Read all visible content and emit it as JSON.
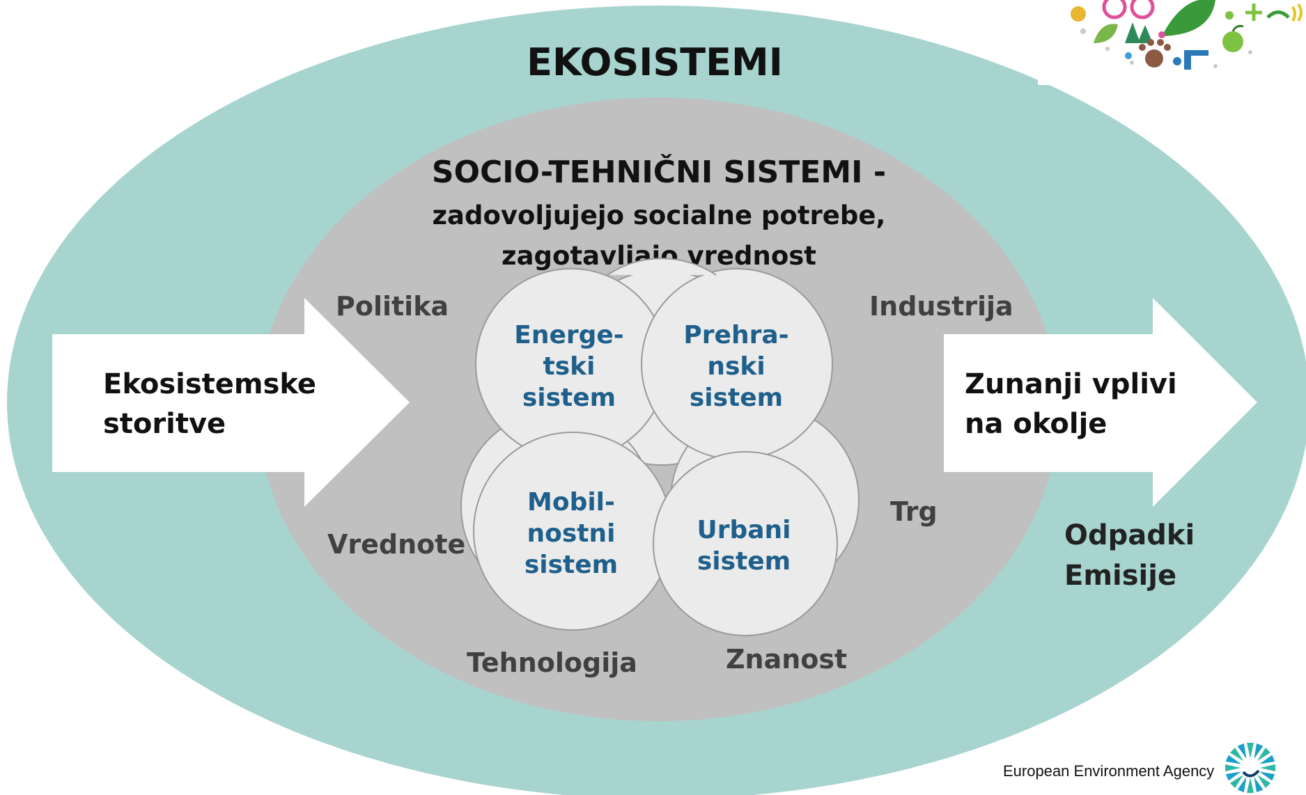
{
  "title": "EKOSISTEMI",
  "socio_technical": {
    "heading": "SOCIO-TEHNIČNI SISTEMI -",
    "line2": "zadovoljujejo socialne potrebe,",
    "line3": "zagotavljajo vrednost"
  },
  "input_arrow": {
    "line1": "Ekosistemske",
    "line2": "storitve"
  },
  "output_arrow": {
    "line1": "Zunanji vplivi",
    "line2": "na okolje"
  },
  "outputs_below": {
    "line1": "Odpadki",
    "line2": "Emisije"
  },
  "factors": {
    "politika": "Politika",
    "industrija": "Industrija",
    "trg": "Trg",
    "vrednote": "Vrednote",
    "tehnologija": "Tehnologija",
    "znanost": "Znanost"
  },
  "systems": {
    "energy": {
      "l1": "Energe-",
      "l2": "tski",
      "l3": "sistem"
    },
    "food": {
      "l1": "Prehra-",
      "l2": "nski",
      "l3": "sistem"
    },
    "mobility": {
      "l1": "Mobil-",
      "l2": "nostni",
      "l3": "sistem"
    },
    "urban": {
      "l1": "Urbani",
      "l2": "sistem"
    }
  },
  "footer": {
    "agency": "European Environment Agency"
  },
  "colors": {
    "ecosystem": "#a7d4cf",
    "socio": "#c0c0c0",
    "circle_fill": "#ebebeb",
    "circle_stroke": "#9a9a9a",
    "system_text": "#1f5f8b",
    "factor_text": "#404040",
    "title_text": "#111111"
  }
}
